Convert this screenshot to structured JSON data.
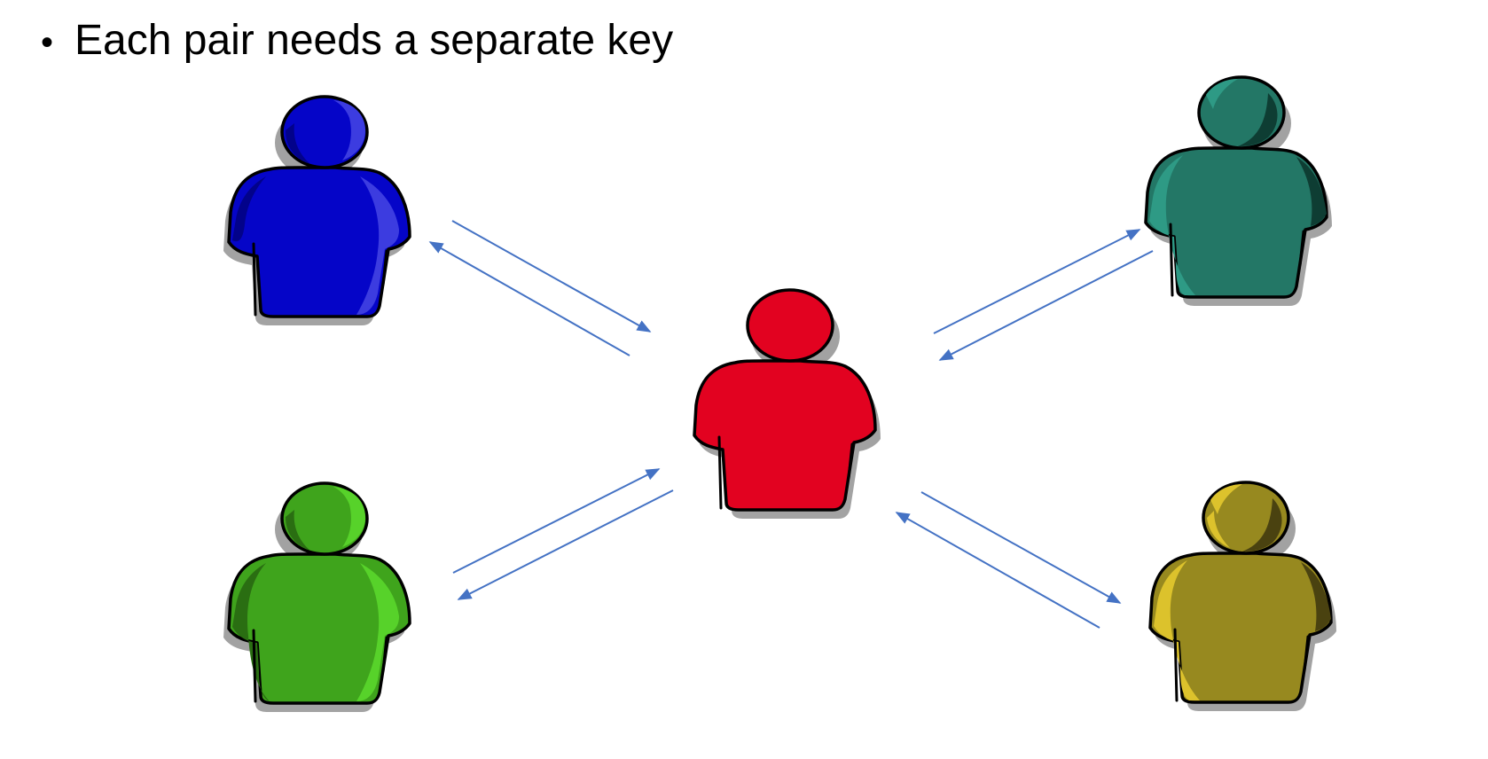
{
  "slide": {
    "bullet_symbol": "•",
    "bullet_text": "Each pair needs a separate key"
  },
  "people": [
    {
      "id": "blue",
      "body_color": "#0505C8",
      "highlight_color": "#3C3CE0",
      "shade_color": "#02028A"
    },
    {
      "id": "teal",
      "body_color": "#237766",
      "highlight_color": "#2E9A85",
      "shade_color": "#0E3D33"
    },
    {
      "id": "red",
      "body_color": "#E20220",
      "highlight_color": "#E20220",
      "shade_color": "#A40016"
    },
    {
      "id": "green",
      "body_color": "#3FA41C",
      "highlight_color": "#57D22A",
      "shade_color": "#2A6E12"
    },
    {
      "id": "olive",
      "body_color": "#97891F",
      "highlight_color": "#DCC22C",
      "shade_color": "#4A4210"
    }
  ],
  "arrow_color": "#4472C4"
}
